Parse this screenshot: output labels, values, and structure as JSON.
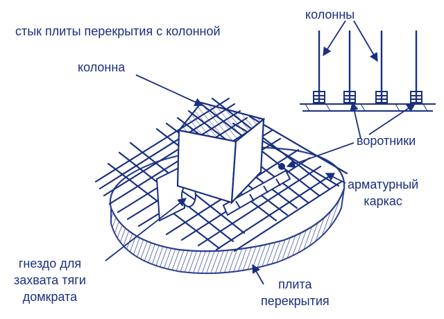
{
  "title": "стык плиты перекрытия с колонной",
  "labels": {
    "kolonna": "колонна",
    "kolonny": "колонны",
    "vorotniki": "воротники",
    "armaturnyi_karkas": [
      "арматурный",
      "каркас"
    ],
    "gnezdo": [
      "гнездо для",
      "захвата тяги",
      "домкрата"
    ],
    "plita": [
      "плита",
      "перекрытия"
    ]
  },
  "colors": {
    "ink": "#1a2f80",
    "slab_edge": "#2b3d8f",
    "background": "#ffffff"
  }
}
